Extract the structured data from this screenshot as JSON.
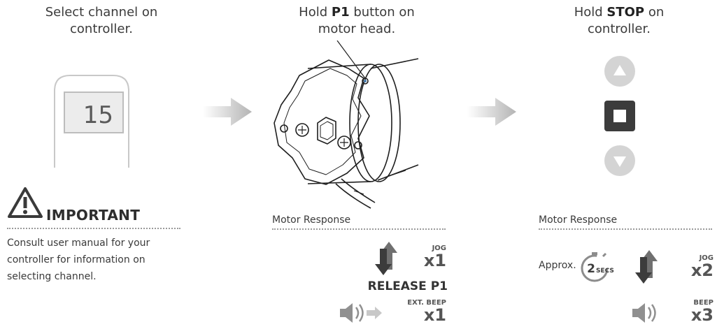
{
  "steps": {
    "step1": {
      "line1": "Select channel on",
      "line2": "controller.",
      "display_value": "15"
    },
    "step2": {
      "line1_prefix": "Hold ",
      "line1_bold": "P1",
      "line1_suffix": " button on",
      "line2": "motor head."
    },
    "step3": {
      "line1_prefix": "Hold ",
      "line1_bold": "STOP",
      "line1_suffix": " on",
      "line2": "controller."
    }
  },
  "important": {
    "title": "IMPORTANT",
    "text_lines": [
      "Consult user manual for your",
      "controller for information on",
      "selecting channel."
    ]
  },
  "motor_response_1": {
    "label": "Motor Response",
    "jog_label": "JOG",
    "jog_count": "x1",
    "release_text": "RELEASE P1",
    "beep_label": "EXT. BEEP",
    "beep_count": "x1"
  },
  "motor_response_2": {
    "label": "Motor Response",
    "approx_label": "Approx.",
    "timer_value": "2",
    "timer_unit": "SECS",
    "jog_label": "JOG",
    "jog_count": "x2",
    "beep_label": "BEEP",
    "beep_count": "x3"
  },
  "icons": {
    "arrow": "arrow-right-icon",
    "warning": "warning-triangle-icon",
    "up": "up-arrow-icon",
    "stop": "stop-icon",
    "down": "down-arrow-icon",
    "jog": "jog-arrows-icon",
    "speaker": "speaker-icon",
    "timer": "stopwatch-icon"
  },
  "colors": {
    "text": "#3b3b3b",
    "arrow_gray": "#b4b4b4",
    "stop_button": "#3c3c3c",
    "disabled_button": "#d4d4d4",
    "dotted_line": "#9a9a9a"
  }
}
